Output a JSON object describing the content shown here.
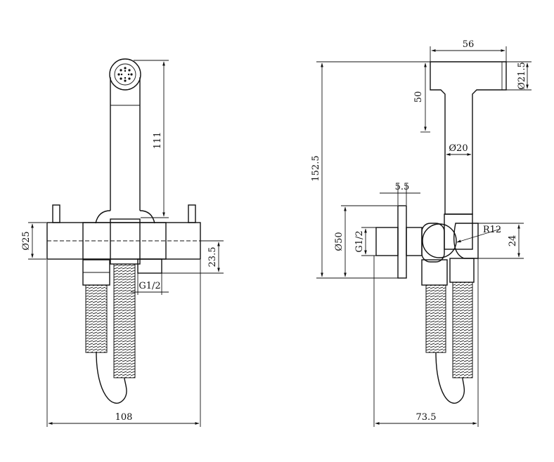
{
  "front_view": {
    "dimensions": {
      "handle_length": "111",
      "body_diameter": "Ø25",
      "outlet_offset": "23.5",
      "thread": "G1/2",
      "total_width": "108"
    }
  },
  "side_view": {
    "dimensions": {
      "head_length": "56",
      "head_height": "50",
      "head_diameter": "Ø21.5",
      "handle_diameter": "Ø20",
      "total_height": "152.5",
      "plate_thickness": "5.5",
      "plate_diameter": "Ø50",
      "thread": "G1/2",
      "radius": "R12",
      "holder_height": "24",
      "total_depth": "73.5"
    }
  }
}
